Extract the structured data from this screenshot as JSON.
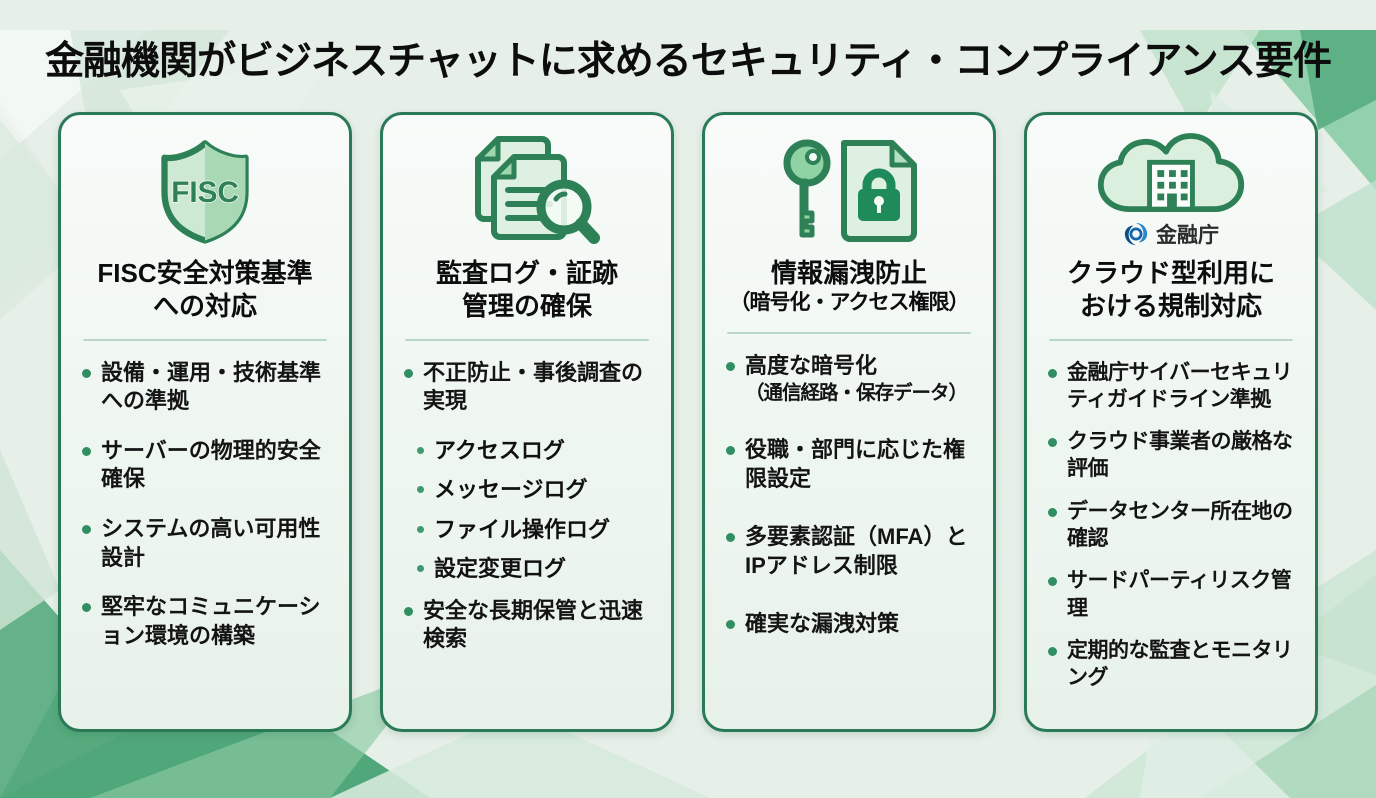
{
  "title": "金融機関がビジネスチャットに求めるセキュリティ・コンプライアンス要件",
  "colors": {
    "card_border": "#2a7a58",
    "icon_stroke": "#2e8057",
    "icon_fill_light": "#d9efdd",
    "icon_fill_mid": "#9fd6ae",
    "lock_fill": "#1f8a5a",
    "bullet_dot": "#2f8f62",
    "logo_blue_dark": "#0d4e86",
    "logo_blue_light": "#2b86c8",
    "background": "#e6efe8"
  },
  "cards": [
    {
      "id": "fisc",
      "icon": "fisc-shield-icon",
      "icon_text": "FISC",
      "heading": {
        "line1": "FISC安全対策基準",
        "line2": "への対応"
      },
      "bullets": [
        "設備・運用・技術基準への準拠",
        "サーバーの物理的安全確保",
        "システムの高い可用性設計",
        "堅牢なコミュニケーション環境の構築"
      ]
    },
    {
      "id": "audit-log",
      "icon": "documents-magnifier-icon",
      "heading": {
        "line1": "監査ログ・証跡",
        "line2": "管理の確保"
      },
      "bullets": [
        "不正防止・事後調査の実現",
        "安全な長期保管と迅速検索"
      ],
      "sub_bullets": [
        "アクセスログ",
        "メッセージログ",
        "ファイル操作ログ",
        "設定変更ログ"
      ]
    },
    {
      "id": "leak-prevention",
      "icon": "key-lock-document-icon",
      "heading": {
        "line1": "情報漏洩防止",
        "line2": "（暗号化・アクセス権限）"
      },
      "bullet1_note": "（通信経路・保存データ）",
      "bullets": [
        "高度な暗号化",
        "役職・部門に応じた権限設定",
        "多要素認証（MFA）とIPアドレス制限",
        "確実な漏洩対策"
      ]
    },
    {
      "id": "cloud-regulation",
      "icon": "cloud-building-icon",
      "agency_label": "金融庁",
      "heading": {
        "line1": "クラウド型利用に",
        "line2": "おける規制対応"
      },
      "bullets": [
        "金融庁サイバーセキュリティガイドライン準拠",
        "クラウド事業者の厳格な評価",
        "データセンター所在地の確認",
        "サードパーティリスク管理",
        "定期的な監査とモニタリング"
      ]
    }
  ]
}
